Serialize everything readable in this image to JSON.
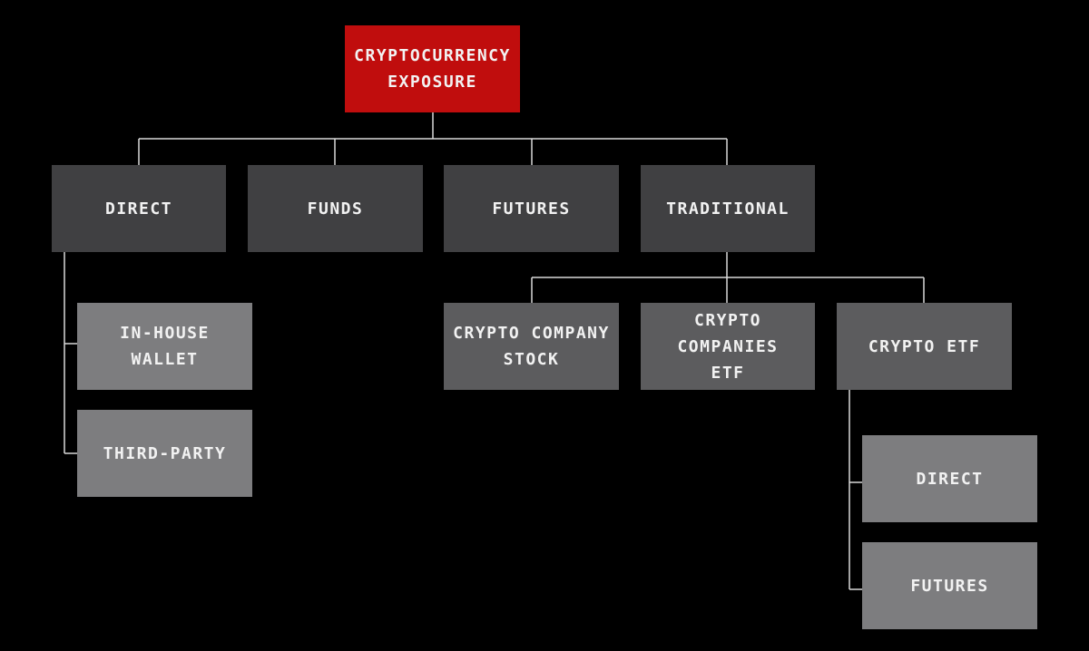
{
  "colors": {
    "background": "#000000",
    "connector": "#d9d9d9",
    "root": "#c00d0d",
    "level1": "#404042",
    "level2_left": "#7d7d7f",
    "level2_right": "#5c5c5e",
    "level3": "#7d7d7f",
    "text": "#f2f2f2"
  },
  "root": {
    "label": "CRYPTOCURRENCY\nEXPOSURE"
  },
  "categories": [
    {
      "label": "DIRECT",
      "children": [
        {
          "label": "IN-HOUSE WALLET"
        },
        {
          "label": "THIRD-PARTY"
        }
      ]
    },
    {
      "label": "FUNDS"
    },
    {
      "label": "FUTURES"
    },
    {
      "label": "TRADITIONAL",
      "children": [
        {
          "label": "CRYPTO COMPANY\nSTOCK"
        },
        {
          "label": "CRYPTO COMPANIES\nETF"
        },
        {
          "label": "CRYPTO ETF",
          "children": [
            {
              "label": "DIRECT"
            },
            {
              "label": "FUTURES"
            }
          ]
        }
      ]
    }
  ]
}
